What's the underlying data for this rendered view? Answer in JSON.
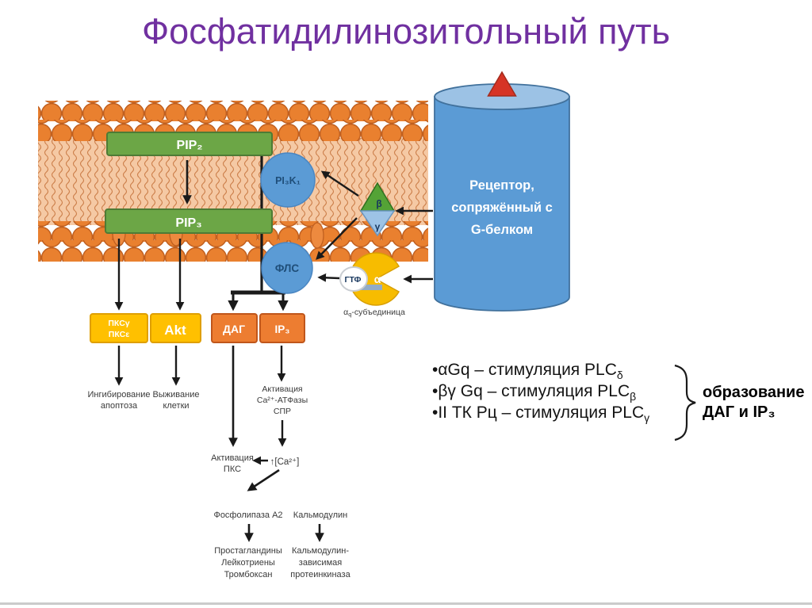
{
  "title": "Фосфатидилинозитольный путь",
  "membrane": {
    "pip2": "PIP₂",
    "pip3": "PIP₃"
  },
  "receptor": {
    "lines": [
      "Рецептор,",
      "сопряжённый с",
      "G-белком"
    ]
  },
  "proteins": {
    "pi3k": "PI₃K₁",
    "plc": "ФЛС",
    "beta": "β",
    "gamma": "γ",
    "gtp": "ГТФ",
    "alpha": "α",
    "alpha_subunit_base": "α",
    "alpha_subunit_sub": "q",
    "alpha_subunit_rest": "-субъединица"
  },
  "boxes": {
    "pkc_line1": "ПКСγ",
    "pkc_line2": "ПКСε",
    "akt": "Akt",
    "dag": "ДАГ",
    "ip3": "IP₃"
  },
  "outcomes": {
    "apoptosis": [
      "Ингибирование",
      "апоптоза"
    ],
    "survival": [
      "Выживание",
      "клетки"
    ],
    "atpase": [
      "Активация",
      "Ca²⁺-АТФазы",
      "СПР"
    ],
    "pkc_act": [
      "Активация",
      "ПКС"
    ],
    "ca": "↑[Ca²⁺]",
    "pla2": "Фосфолипаза А2",
    "calmodulin": "Кальмодулин",
    "eicosanoids": [
      "Простагландины",
      "Лейкотриены",
      "Тромбоксан"
    ],
    "cam_kinase": [
      "Кальмодулин-",
      "зависимая",
      "протеинкиназа"
    ]
  },
  "bullets": [
    {
      "text": "•αGq – стимуляция PLC",
      "sub": "δ"
    },
    {
      "text": "•βγ Gq – стимуляция PLC",
      "sub": "β"
    },
    {
      "text": "•II ТК Рц – стимуляция PLC",
      "sub": "γ"
    }
  ],
  "result": {
    "line1": "образование",
    "line2": "ДАГ и IP₃"
  },
  "colors": {
    "title": "#7030A0",
    "lipid_head": "#E9802F",
    "lipid_tail_bg": "#F5C9A4",
    "green_box": "#6CA646",
    "yellow_box": "#FFC000",
    "orange_box": "#ED7D31",
    "protein_blue": "#5B9BD5",
    "receptor_top": "#9CC2E5",
    "triangle_red": "#D63426",
    "pacman_yellow": "#F7BC00",
    "arrow": "#1A1A1A"
  }
}
